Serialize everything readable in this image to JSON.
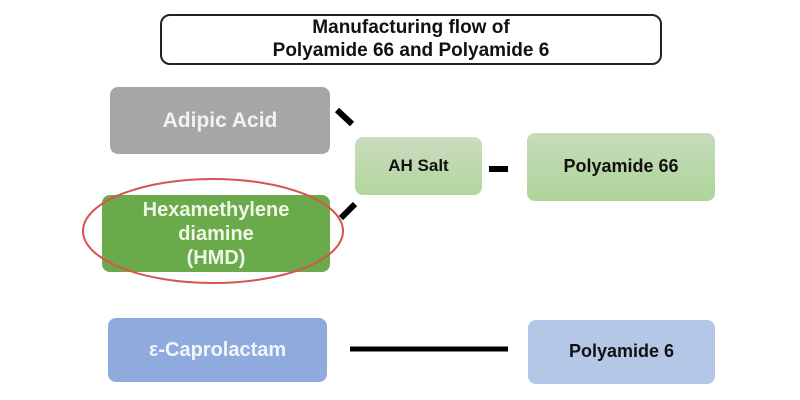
{
  "title": {
    "line1": "Manufacturing flow of",
    "line2": "Polyamide 66 and Polyamide 6"
  },
  "nodes": {
    "adipic_acid": "Adipic Acid",
    "hmd": {
      "line1": "Hexamethylene",
      "line2": "diamine",
      "line3": "(HMD)"
    },
    "ah_salt": "AH Salt",
    "polyamide_66": "Polyamide 66",
    "caprolactam": "ε-Caprolactam",
    "polyamide_6": "Polyamide 6"
  },
  "colors": {
    "highlight": "#d9534f",
    "adipic": "#a6a6a6",
    "hmd": "#6aaa4a",
    "caprolactam": "#8faadc",
    "polyamide_6": "#b4c7e7"
  }
}
